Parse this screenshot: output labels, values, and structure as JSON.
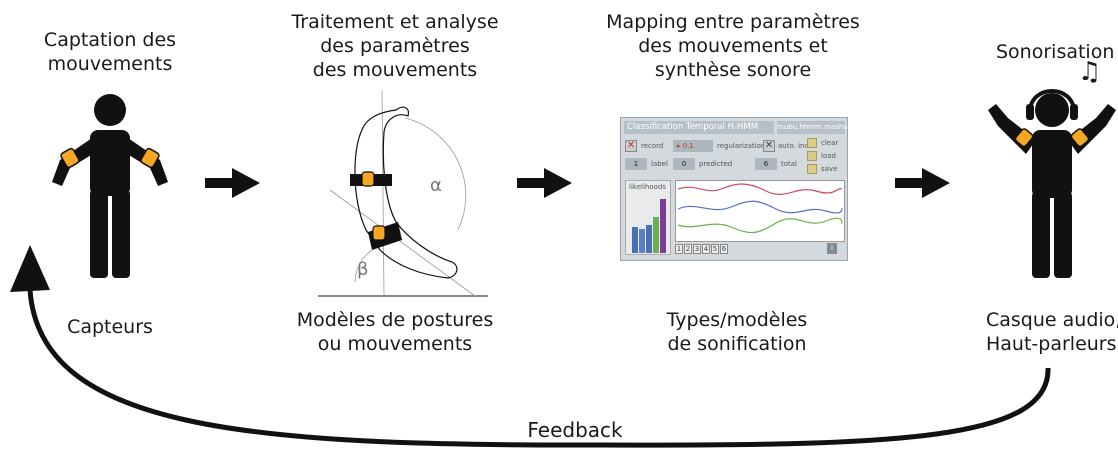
{
  "stages": {
    "capture": {
      "title_line1": "Captation des",
      "title_line2": "mouvements",
      "bottom": "Capteurs"
    },
    "processing": {
      "title_line1": "Traitement et analyse",
      "title_line2": "des paramètres",
      "title_line3": "des mouvements",
      "bottom_line1": "Modèles de postures",
      "bottom_line2": "ou mouvements",
      "alpha": "α",
      "beta": "β"
    },
    "mapping": {
      "title_line1": "Mapping entre paramètres",
      "title_line2": "des mouvements et",
      "title_line3": "synthèse sonore",
      "bottom_line1": "Types/modèles",
      "bottom_line2": "de sonification"
    },
    "sound": {
      "title": "Sonorisation",
      "bottom_line1": "Casque audio,",
      "bottom_line2": "Haut-parleurs",
      "note": "♫"
    }
  },
  "feedback_label": "Feedback",
  "patch": {
    "header": "Classification Temporal H-HMM",
    "header_right": "mubu.hhmm.mashup",
    "record": "record",
    "regularization_value": "0.1",
    "regularization": "regularization",
    "auto_incr": "auto. incr.",
    "clear": "clear",
    "load": "load",
    "save": "save",
    "label_value": "1",
    "label": "label",
    "predicted_value": "0",
    "predicted": "predicted",
    "total_value": "6",
    "total": "total",
    "likelihoods": "likelihoods",
    "tabs": [
      "1",
      "2",
      "3",
      "4",
      "5",
      "6"
    ],
    "info": "i"
  },
  "colors": {
    "figure": "#111111",
    "sensor": "#f5a623",
    "accent_red": "#c0392b"
  }
}
